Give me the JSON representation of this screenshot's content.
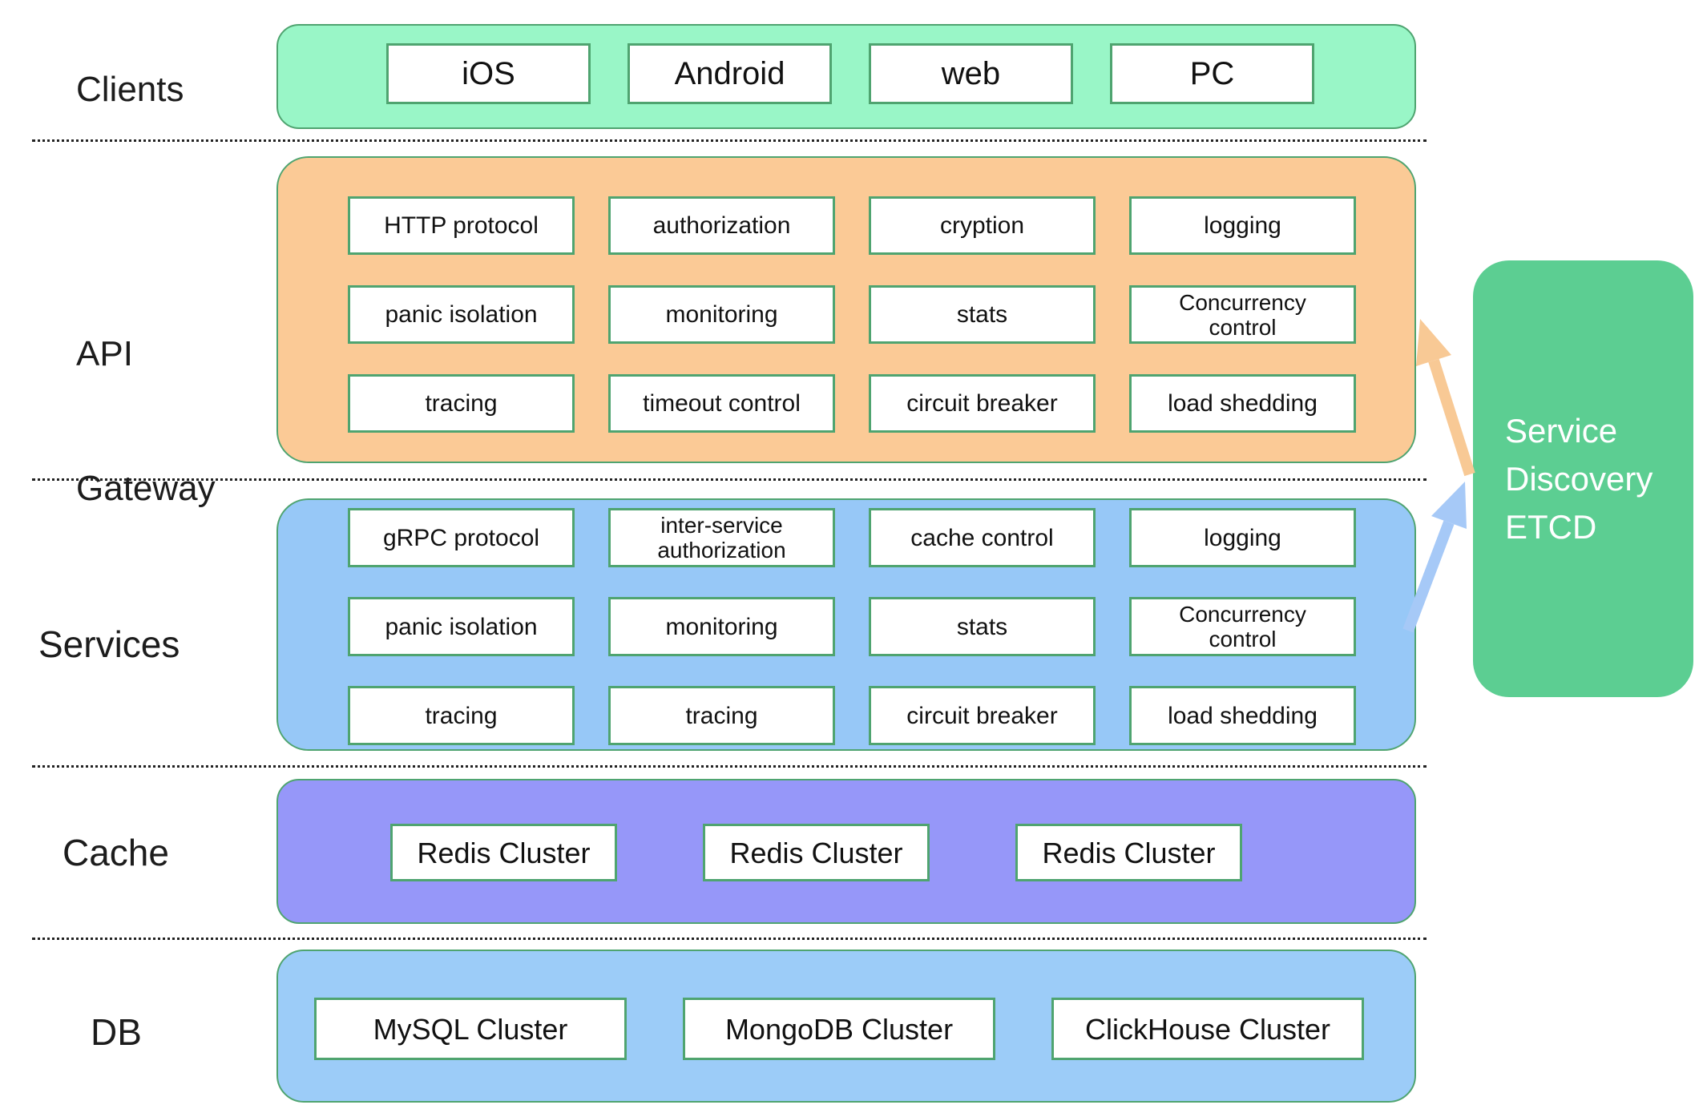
{
  "layers": {
    "clients": {
      "label": "Clients",
      "items": [
        "iOS",
        "Android",
        "web",
        "PC"
      ]
    },
    "api_gateway": {
      "label": [
        "API",
        "Gateway"
      ],
      "cells": [
        "HTTP protocol",
        "authorization",
        "cryption",
        "logging",
        "panic isolation",
        "monitoring",
        "stats",
        "Concurrency control",
        "tracing",
        "timeout control",
        "circuit breaker",
        "load shedding"
      ]
    },
    "services": {
      "label": "Services",
      "cells": [
        "gRPC protocol",
        "inter-service authorization",
        "cache control",
        "logging",
        "panic isolation",
        "monitoring",
        "stats",
        "Concurrency control",
        "tracing",
        "tracing",
        "circuit breaker",
        "load shedding"
      ]
    },
    "cache": {
      "label": "Cache",
      "items": [
        "Redis Cluster",
        "Redis Cluster",
        "Redis Cluster"
      ]
    },
    "db": {
      "label": "DB",
      "items": [
        "MySQL Cluster",
        "MongoDB Cluster",
        "ClickHouse Cluster"
      ]
    }
  },
  "service_discovery": {
    "lines": [
      "Service",
      "Discovery",
      "ETCD"
    ]
  },
  "colors": {
    "clients_fill": "#99F6C7",
    "api_gateway_fill": "#FBCA96",
    "services_fill": "#97C8F7",
    "cache_fill": "#9697F9",
    "db_fill": "#9CCCF8",
    "etcd_fill": "#5CCE92",
    "box_border_green": "#4FA470",
    "arrow_orange": "#F8C995",
    "arrow_blue": "#A6C9F7",
    "text_black": "#111111",
    "etcd_text": "#FFFFFF"
  }
}
